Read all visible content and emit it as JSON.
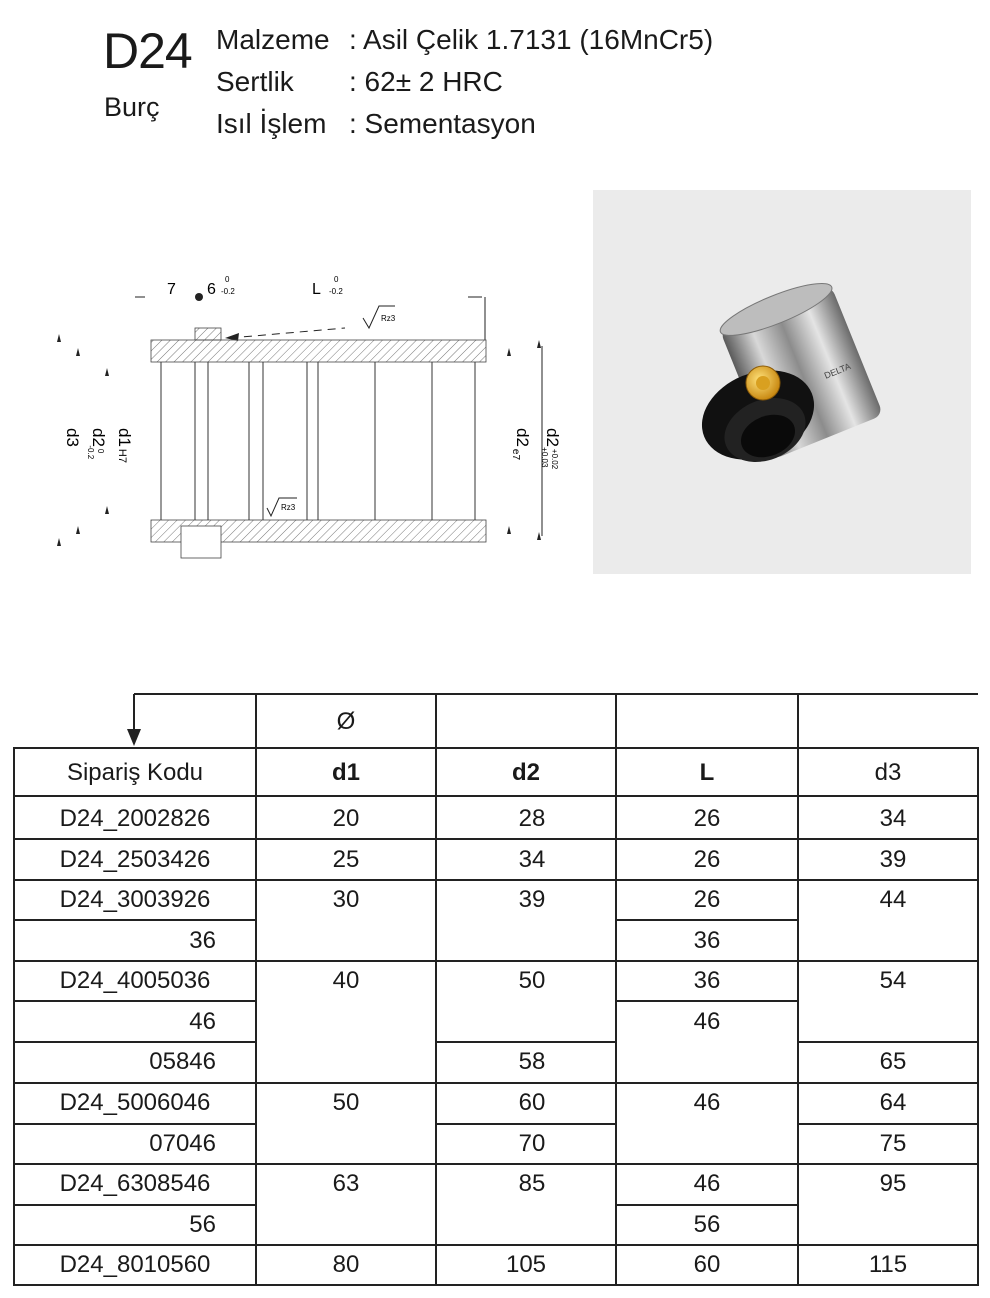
{
  "header": {
    "code": "D24",
    "subtitle": "Burç",
    "specs": [
      {
        "label": "Malzeme",
        "value": ": Asil Çelik 1.7131 (16MnCr5)"
      },
      {
        "label": "Sertlik",
        "value": ": 62± 2 HRC"
      },
      {
        "label": "Isıl İşlem",
        "value": ": Sementasyon"
      }
    ]
  },
  "drawing": {
    "dim_7": "7",
    "dim_6": "6",
    "dim_6_tol_upper": "0",
    "dim_6_tol_lower": "-0.2",
    "dim_L": "L",
    "dim_L_tol_upper": "0",
    "dim_L_tol_lower": "-0.2",
    "roughness_top": "Rz3",
    "roughness_bore": "Rz3",
    "label_d1": "d1",
    "label_d1_tol": "H7",
    "label_d2_left": "d2",
    "label_d2_left_tol_upper": "0",
    "label_d2_left_tol_lower": "-0.2",
    "label_d3": "d3",
    "label_d2_mid": "d2",
    "label_d2_mid_tol": "e7",
    "label_d2_right": "d2",
    "label_d2_right_tol_upper": "+0.02",
    "label_d2_right_tol_lower": "+0.03"
  },
  "photo": {
    "engraving": "DELTA"
  },
  "table": {
    "diameter_symbol": "Ø",
    "headers": [
      "Sipariş Kodu",
      "d1",
      "d2",
      "L",
      "d3"
    ],
    "rows": [
      {
        "code": "D24_2002826",
        "d1": "20",
        "d2": "28",
        "L": "26",
        "d3": "34"
      },
      {
        "code": "D24_2503426",
        "d1": "25",
        "d2": "34",
        "L": "26",
        "d3": "39"
      },
      {
        "code": "D24_3003926",
        "d1": "30",
        "d2": "39",
        "L": "26",
        "d3": "44"
      },
      {
        "code": "36",
        "d1": "",
        "d2": "",
        "L": "36",
        "d3": ""
      },
      {
        "code": "D24_4005036",
        "d1": "40",
        "d2": "50",
        "L": "36",
        "d3": "54"
      },
      {
        "code": "46",
        "d1": "",
        "d2": "",
        "L": "46",
        "d3": ""
      },
      {
        "code": "05846",
        "d1": "",
        "d2": "58",
        "L": "",
        "d3": "65"
      },
      {
        "code": "D24_5006046",
        "d1": "50",
        "d2": "60",
        "L": "46",
        "d3": "64"
      },
      {
        "code": "07046",
        "d1": "",
        "d2": "70",
        "L": "",
        "d3": "75"
      },
      {
        "code": "D24_6308546",
        "d1": "63",
        "d2": "85",
        "L": "46",
        "d3": "95"
      },
      {
        "code": "56",
        "d1": "",
        "d2": "",
        "L": "56",
        "d3": ""
      },
      {
        "code": "D24_8010560",
        "d1": "80",
        "d2": "105",
        "L": "60",
        "d3": "115"
      }
    ]
  }
}
